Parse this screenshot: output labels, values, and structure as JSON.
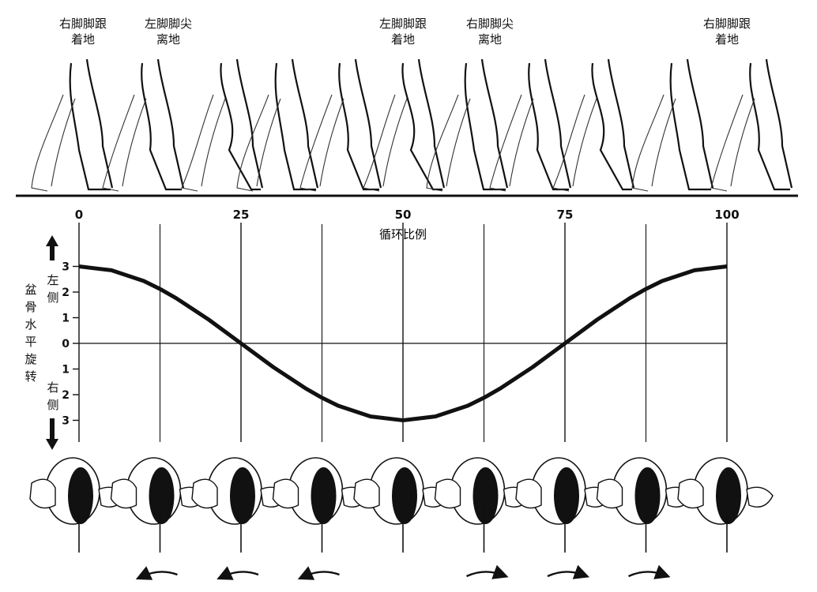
{
  "events": [
    {
      "line1": "右脚脚跟",
      "line2": "着地"
    },
    {
      "line1": "左脚脚尖",
      "line2": "离地"
    },
    {
      "line1": "左脚脚跟",
      "line2": "着地"
    },
    {
      "line1": "右脚脚尖",
      "line2": "离地"
    },
    {
      "line1": "右脚脚跟",
      "line2": "着地"
    }
  ],
  "y_axis": {
    "title_chars": [
      "盆",
      "骨",
      "水",
      "平",
      "旋",
      "转"
    ],
    "upper_side": [
      "左",
      "侧"
    ],
    "lower_side": [
      "右",
      "侧"
    ],
    "tick_labels": [
      "3",
      "2",
      "1",
      "0",
      "1",
      "2",
      "3"
    ]
  },
  "chart_data": {
    "type": "line",
    "title": "",
    "xlabel": "循环比例",
    "ylabel": "盆骨水平旋转",
    "x_ticks": [
      "0",
      "25",
      "50",
      "75",
      "100"
    ],
    "xlim": [
      0,
      100
    ],
    "ylim": [
      -3,
      3
    ],
    "grid": "vertical lines every 12.5%",
    "series": [
      {
        "x": [
          0,
          5,
          10,
          12.5,
          15,
          20,
          25,
          30,
          35,
          37.5,
          40,
          45,
          50,
          55,
          60,
          62.5,
          65,
          70,
          75,
          80,
          85,
          87.5,
          90,
          95,
          100
        ],
        "y": [
          3,
          2.85,
          2.43,
          2.12,
          1.76,
          0.93,
          0,
          -0.93,
          -1.76,
          -2.12,
          -2.43,
          -2.85,
          -3,
          -2.85,
          -2.43,
          -2.12,
          -1.76,
          -0.93,
          0,
          0.93,
          1.76,
          2.12,
          2.43,
          2.85,
          3
        ]
      }
    ],
    "rotation_arrows": [
      "left",
      "left",
      "left",
      "right",
      "right",
      "right"
    ]
  }
}
